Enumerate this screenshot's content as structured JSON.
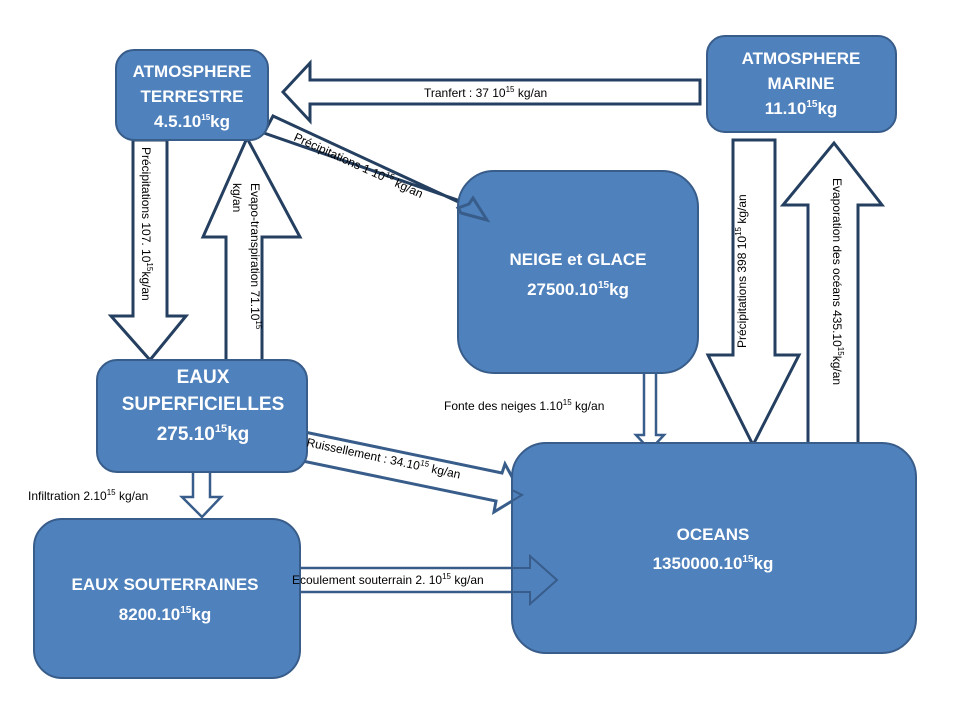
{
  "colors": {
    "reservoir_fill": "#4f81bd",
    "reservoir_border": "#385d8a",
    "arrow_fill": "#ffffff",
    "arrow_border": "#243f60",
    "reservoir_text": "#ffffff",
    "label_text": "#000000"
  },
  "reservoirs": {
    "atmosphere_terrestre": {
      "line1": "ATMOSPHERE",
      "line2": "TERRESTRE",
      "mass": "4.5.10",
      "exp": "15",
      "unit": "kg"
    },
    "atmosphere_marine": {
      "line1": "ATMOSPHERE",
      "line2": "MARINE",
      "mass": "11.10",
      "exp": "15",
      "unit": "kg"
    },
    "neige_glace": {
      "line1": "NEIGE et GLACE",
      "mass": "27500.10",
      "exp": "15",
      "unit": "kg"
    },
    "eaux_superficielles": {
      "line1": "EAUX",
      "line2": "SUPERFICIELLES",
      "mass": "275.10",
      "exp": "15",
      "unit": "kg"
    },
    "eaux_souterraines": {
      "line1": "EAUX SOUTERRAINES",
      "mass": "8200.10",
      "exp": "15",
      "unit": "kg"
    },
    "oceans": {
      "line1": "OCEANS",
      "mass": "1350000.10",
      "exp": "15",
      "unit": "kg"
    }
  },
  "flows": {
    "transfert": {
      "pre": "Tranfert : 37 10",
      "exp": "15",
      "post": " kg/an"
    },
    "precip_neige": {
      "pre": "Précipitations 1 10",
      "exp": "15",
      "post": " kg/an"
    },
    "precip_terrestre": {
      "pre": "Précipitations 107. 10",
      "exp": "15",
      "post": "kg/an"
    },
    "evapo_transpiration": {
      "pre": "Evapo-transpiration 71.10",
      "exp": "15",
      "post": "kg/an"
    },
    "precip_marine": {
      "pre": "Précipitations 398 10",
      "exp": "15",
      "post": " kg/an"
    },
    "evaporation_oceans": {
      "pre": "Evaporation des océans  435.10",
      "exp": "15",
      "post": "kg/an"
    },
    "fonte_neiges": {
      "pre": "Fonte des neiges  1.10",
      "exp": "15",
      "post": " kg/an"
    },
    "ruissellement": {
      "pre": "Ruissellement : 34.10",
      "exp": "15",
      "post": " kg/an"
    },
    "infiltration": {
      "pre": "Infiltration 2.10",
      "exp": "15",
      "post": " kg/an"
    },
    "ecoulement_souterrain": {
      "pre": "Ecoulement souterrain 2. 10",
      "exp": "15",
      "post": " kg/an"
    }
  }
}
